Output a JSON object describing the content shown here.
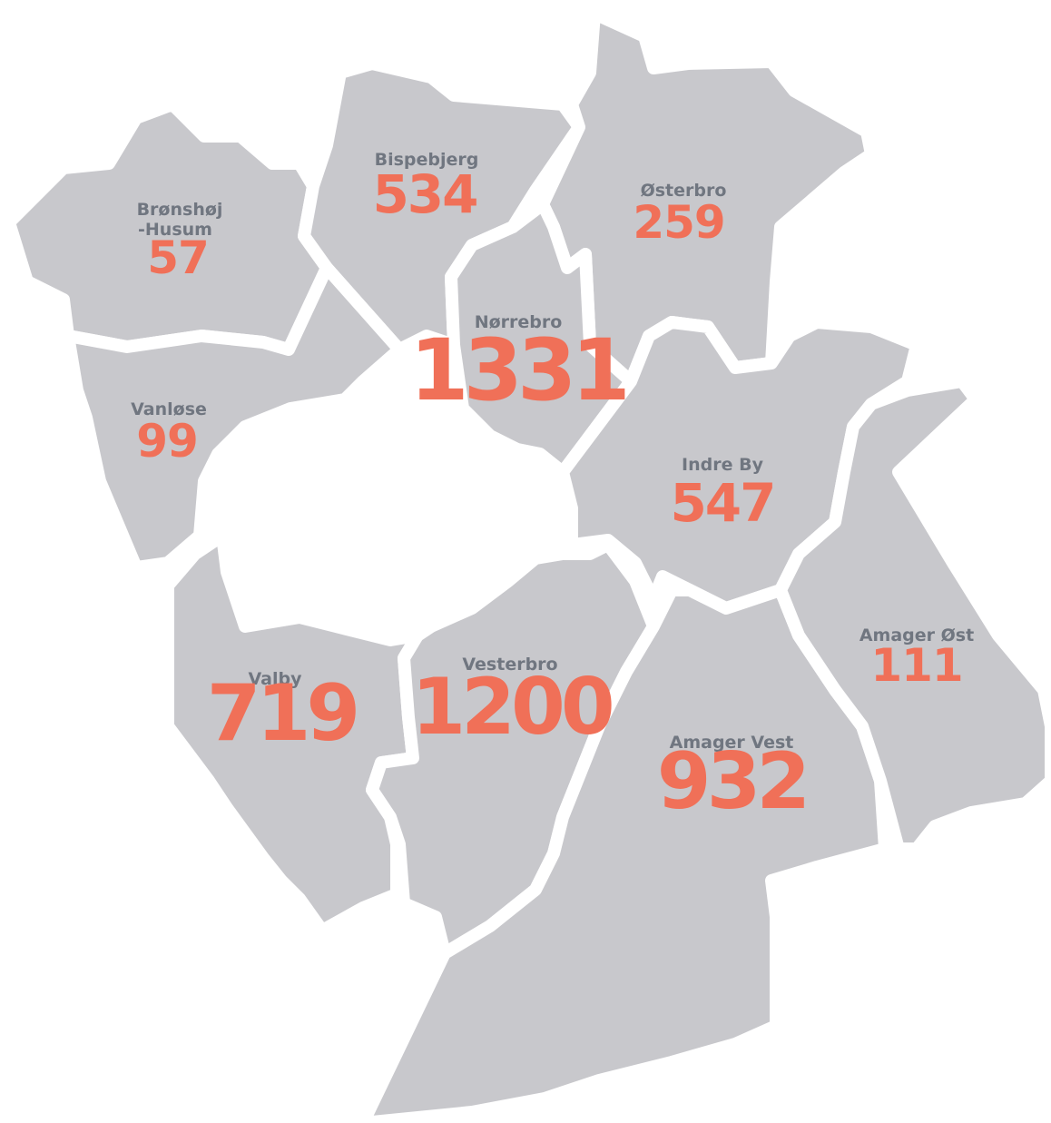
{
  "colors": {
    "district_fill": "#c8c8cc",
    "border": "#ffffff",
    "name_text": "#707680",
    "value_text": "#f07058"
  },
  "districts": {
    "bronshoj": {
      "name_line1": "Brønshøj",
      "name_line2": "-Husum",
      "value": "57"
    },
    "bispebjerg": {
      "name": "Bispebjerg",
      "value": "534"
    },
    "osterbro": {
      "name": "Østerbro",
      "value": "259"
    },
    "norrebro": {
      "name": "Nørrebro",
      "value": "1331"
    },
    "vanlose": {
      "name": "Vanløse",
      "value": "99"
    },
    "indre_by": {
      "name": "Indre By",
      "value": "547"
    },
    "valby": {
      "name": "Valby",
      "value": "719"
    },
    "vesterbro": {
      "name": "Vesterbro",
      "value": "1200"
    },
    "amager_vest": {
      "name": "Amager Vest",
      "value": "932"
    },
    "amager_ost": {
      "name": "Amager Øst",
      "value": "111"
    }
  }
}
